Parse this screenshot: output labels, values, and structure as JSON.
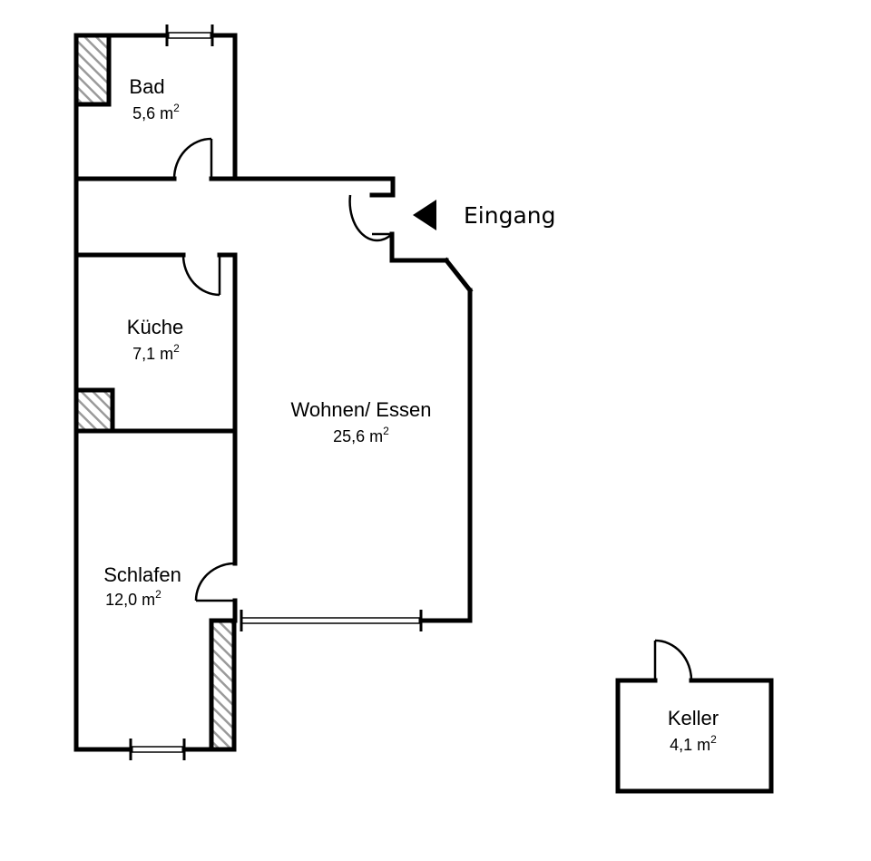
{
  "rooms": {
    "bad": {
      "name": "Bad",
      "area": "5,6 m",
      "unit_sup": "2"
    },
    "kueche": {
      "name": "Küche",
      "area": "7,1 m",
      "unit_sup": "2"
    },
    "wohnen": {
      "name": "Wohnen/ Essen",
      "area": "25,6 m",
      "unit_sup": "2"
    },
    "schlafen": {
      "name": "Schlafen",
      "area": "12,0 m",
      "unit_sup": "2"
    },
    "keller": {
      "name": "Keller",
      "area": "4,1 m",
      "unit_sup": "2"
    }
  },
  "entrance": {
    "label": "Eingang",
    "icon": "triangle-left-arrow-icon"
  },
  "colors": {
    "line": "#000000",
    "hatch": "#9a9a9a",
    "background": "#ffffff"
  }
}
